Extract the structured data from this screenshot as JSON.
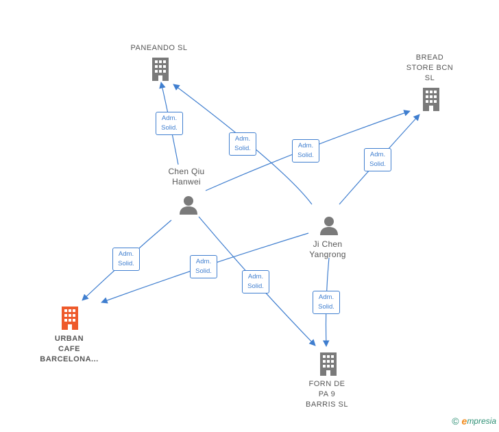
{
  "colors": {
    "edge": "#3f7ecf",
    "node": "#7a7a7a",
    "highlight": "#ee5a2b",
    "brand": "#2d8f74",
    "brand_accent": "#f28a1c"
  },
  "nodes": {
    "paneando": {
      "label": "PANEANDO SL",
      "icon": "building-icon"
    },
    "bread_store": {
      "label": "BREAD\nSTORE BCN\nSL",
      "icon": "building-icon"
    },
    "chen_qiu": {
      "label": "Chen Qiu\nHanwei",
      "icon": "person-icon"
    },
    "ji_chen": {
      "label": "Ji Chen\nYangrong",
      "icon": "person-icon"
    },
    "urban_cafe": {
      "label": "URBAN\nCAFE\nBARCELONA...",
      "icon": "building-icon"
    },
    "forn_de_pa": {
      "label": "FORN DE\nPA 9\nBARRIS SL",
      "icon": "building-icon"
    }
  },
  "edges": [
    {
      "from": "chen_qiu",
      "to": "paneando",
      "label": "Adm.\nSolid."
    },
    {
      "from": "ji_chen",
      "to": "paneando",
      "label": "Adm.\nSolid."
    },
    {
      "from": "chen_qiu",
      "to": "bread_store",
      "label": "Adm.\nSolid."
    },
    {
      "from": "ji_chen",
      "to": "bread_store",
      "label": "Adm.\nSolid."
    },
    {
      "from": "chen_qiu",
      "to": "urban_cafe",
      "label": "Adm.\nSolid."
    },
    {
      "from": "ji_chen",
      "to": "urban_cafe",
      "label": "Adm.\nSolid."
    },
    {
      "from": "chen_qiu",
      "to": "forn_de_pa",
      "label": "Adm.\nSolid."
    },
    {
      "from": "ji_chen",
      "to": "forn_de_pa",
      "label": "Adm.\nSolid."
    }
  ],
  "brand": {
    "copyright": "©",
    "initial": "e",
    "name": "mpresia"
  }
}
